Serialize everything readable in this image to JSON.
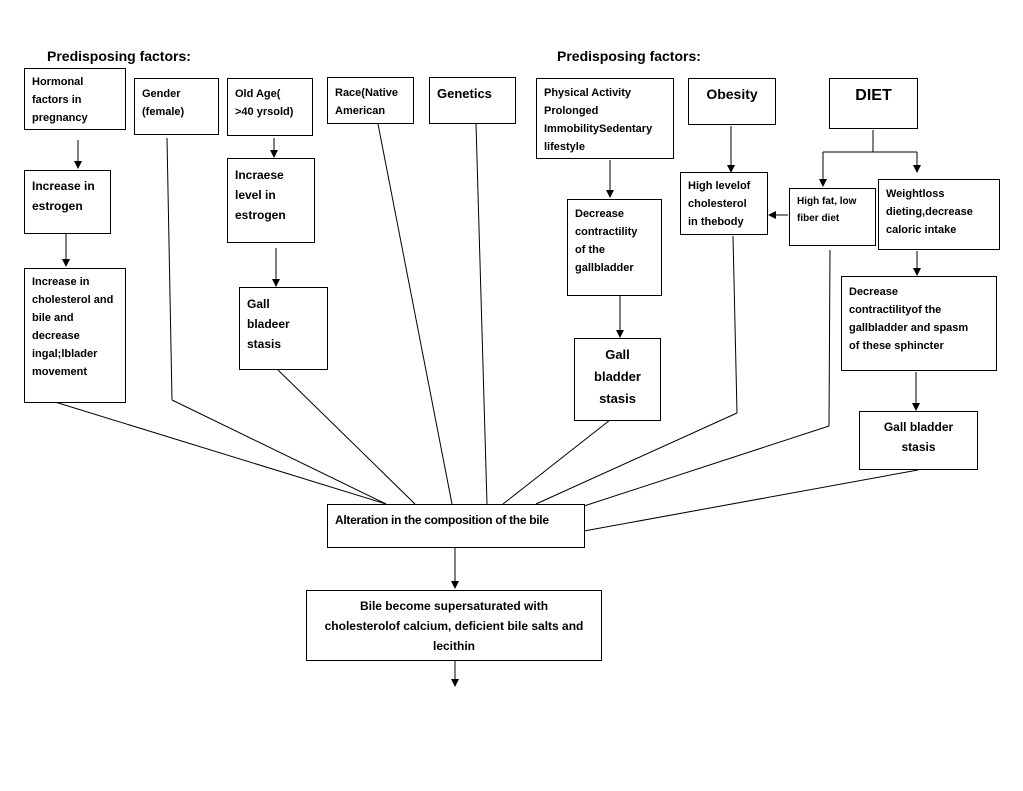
{
  "headings": {
    "left": "Predisposing factors:",
    "right": "Predisposing factors:"
  },
  "boxes": {
    "hormonal": "Hormonal\nfactors in\npregnancy",
    "gender": "Gender\n(female)",
    "old_age": "Old Age(\n>40 yrsold)",
    "race": "Race(Native\nAmerican",
    "genetics": "Genetics",
    "physical_activity": "Physical Activity\nProlonged\nImmobilitySedentary\nlifestyle",
    "obesity": "Obesity",
    "diet": "DIET",
    "increase_estrogen": "Increase in\nestrogen",
    "increase_cholesterol": "Increase in\ncholesterol and\nbile and\ndecrease\ningal;lblader\nmovement",
    "increase_level_estrogen": "Incraese\nlevel in\nestrogen",
    "gall_bladeer_stasis": "Gall\nbladeer\nstasis",
    "decrease_contractility": "Decrease\ncontractility\nof the\ngallbladder",
    "gall_bladder_stasis_mid": "Gall\nbladder\nstasis",
    "high_cholesterol": "High levelof\ncholesterol\nin thebody",
    "high_fat": "High fat, low\nfiber diet",
    "weightloss": "Weightloss\ndieting,decrease\ncaloric intake",
    "decrease_contractility_spasm": "Decrease\ncontractilityof the\ngallbladder and spasm\nof these sphincter",
    "gall_bladder_stasis_right": "Gall bladder\nstasis",
    "alteration": "Alteration in the composition of the bile",
    "supersaturated": "Bile become supersaturated with\ncholesterolof calcium, deficient bile salts and\nlecithin"
  }
}
